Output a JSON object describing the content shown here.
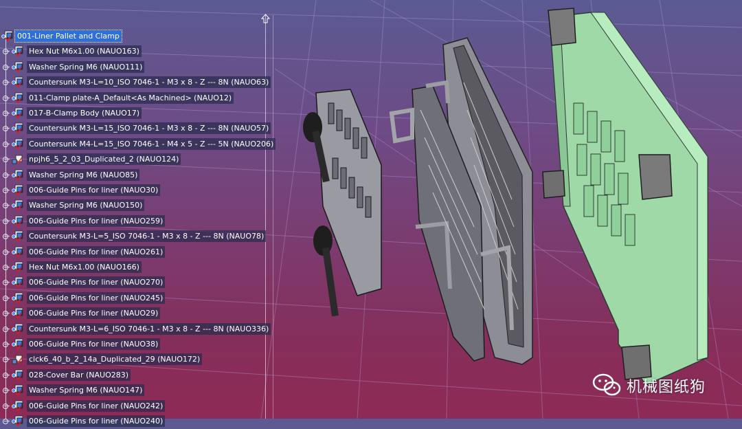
{
  "tree": {
    "items": [
      {
        "label": "001-Liner Pallet and Clamp",
        "kind": "product",
        "selected": true
      },
      {
        "label": "Hex Nut M6x1.00 (NAUO163)",
        "kind": "part"
      },
      {
        "label": "Washer Spring M6 (NAUO111)",
        "kind": "part"
      },
      {
        "label": "Countersunk M3-L=10_ISO 7046-1 - M3 x 8 - Z --- 8N (NAUO63)",
        "kind": "part"
      },
      {
        "label": "011-Clamp plate-A_Default<As Machined> (NAUO12)",
        "kind": "part"
      },
      {
        "label": "017-B-Clamp Body (NAUO17)",
        "kind": "part"
      },
      {
        "label": "Countersunk M3-L=15_ISO 7046-1 - M3 x 8 - Z --- 8N (NAUO57)",
        "kind": "part"
      },
      {
        "label": "Countersunk M4-L=15_ISO 7046-1 - M4 x 5 - Z --- 5N (NAUO206)",
        "kind": "part"
      },
      {
        "label": "npjh6_5_2_03_Duplicated_2 (NAUO124)",
        "kind": "assembly"
      },
      {
        "label": "Washer Spring M6 (NAUO85)",
        "kind": "part"
      },
      {
        "label": "006-Guide Pins for liner (NAUO30)",
        "kind": "part"
      },
      {
        "label": "Washer Spring M6 (NAUO150)",
        "kind": "part"
      },
      {
        "label": "006-Guide Pins for liner (NAUO259)",
        "kind": "part"
      },
      {
        "label": "Countersunk M3-L=5_ISO 7046-1 - M3 x 8 - Z --- 8N (NAUO78)",
        "kind": "part"
      },
      {
        "label": "006-Guide Pins for liner (NAUO261)",
        "kind": "part"
      },
      {
        "label": "Hex Nut M6x1.00 (NAUO166)",
        "kind": "part"
      },
      {
        "label": "006-Guide Pins for liner (NAUO270)",
        "kind": "part"
      },
      {
        "label": "006-Guide Pins for liner (NAUO245)",
        "kind": "part"
      },
      {
        "label": "006-Guide Pins for liner (NAUO29)",
        "kind": "part"
      },
      {
        "label": "Countersunk M3-L=6_ISO 7046-1 - M3 x 8 - Z --- 8N (NAUO336)",
        "kind": "part"
      },
      {
        "label": "006-Guide Pins for liner (NAUO38)",
        "kind": "part"
      },
      {
        "label": "clck6_40_b_2_14a_Duplicated_29 (NAUO172)",
        "kind": "assembly"
      },
      {
        "label": "028-Cover Bar (NAUO283)",
        "kind": "part"
      },
      {
        "label": "Washer Spring M6 (NAUO147)",
        "kind": "part"
      },
      {
        "label": "006-Guide Pins for liner (NAUO242)",
        "kind": "part"
      },
      {
        "label": "006-Guide Pins for liner (NAUO240)",
        "kind": "part"
      }
    ]
  },
  "watermark": {
    "text": "机械图纸狗",
    "icon": "wechat-icon"
  },
  "colors": {
    "selection": "#2f6fd6",
    "plate_green": "#a6e3b0",
    "part_gray": "#8f8f97",
    "background_top": "#5b5a92",
    "background_bottom": "#8e2a55"
  }
}
